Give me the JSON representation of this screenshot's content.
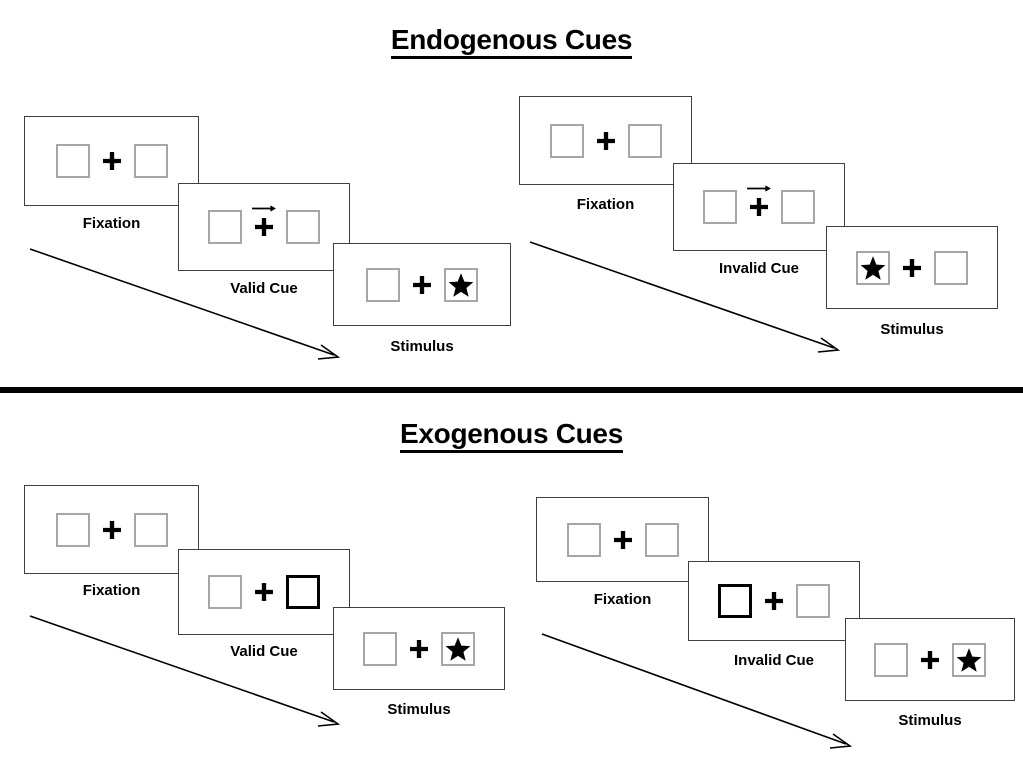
{
  "figure": {
    "sections": [
      {
        "id": "endogenous",
        "title": "Endogenous Cues",
        "sequences": [
          {
            "id": "endogenous-valid",
            "condition": "valid",
            "frames": [
              {
                "label": "Fixation",
                "cue": "none",
                "cue_side": "none",
                "target_side": "none"
              },
              {
                "label": "Valid Cue",
                "cue": "arrow",
                "cue_side": "right",
                "target_side": "none"
              },
              {
                "label": "Stimulus",
                "cue": "none",
                "cue_side": "none",
                "target_side": "right"
              }
            ]
          },
          {
            "id": "endogenous-invalid",
            "condition": "invalid",
            "frames": [
              {
                "label": "Fixation",
                "cue": "none",
                "cue_side": "none",
                "target_side": "none"
              },
              {
                "label": "Invalid Cue",
                "cue": "arrow",
                "cue_side": "right",
                "target_side": "none"
              },
              {
                "label": "Stimulus",
                "cue": "none",
                "cue_side": "none",
                "target_side": "left"
              }
            ]
          }
        ]
      },
      {
        "id": "exogenous",
        "title": "Exogenous Cues",
        "sequences": [
          {
            "id": "exogenous-valid",
            "condition": "valid",
            "frames": [
              {
                "label": "Fixation",
                "cue": "none",
                "cue_side": "none",
                "target_side": "none"
              },
              {
                "label": "Valid Cue",
                "cue": "box",
                "cue_side": "right",
                "target_side": "none"
              },
              {
                "label": "Stimulus",
                "cue": "none",
                "cue_side": "none",
                "target_side": "right"
              }
            ]
          },
          {
            "id": "exogenous-invalid",
            "condition": "invalid",
            "frames": [
              {
                "label": "Fixation",
                "cue": "none",
                "cue_side": "none",
                "target_side": "none"
              },
              {
                "label": "Invalid Cue",
                "cue": "box",
                "cue_side": "left",
                "target_side": "none"
              },
              {
                "label": "Stimulus",
                "cue": "none",
                "cue_side": "none",
                "target_side": "right"
              }
            ]
          }
        ]
      }
    ],
    "icons": {
      "fixation": "plus-icon",
      "target": "star-icon",
      "endogenous_cue": "right-arrow-icon",
      "exogenous_cue": "bold-box-icon",
      "timeline": "diagonal-arrow-icon"
    },
    "colors": {
      "background": "#ffffff",
      "ink": "#000000",
      "panel_border": "#3f3f3f",
      "placeholder_border": "#a6a6a6",
      "cue_border": "#000000",
      "divider": "#000000"
    }
  }
}
